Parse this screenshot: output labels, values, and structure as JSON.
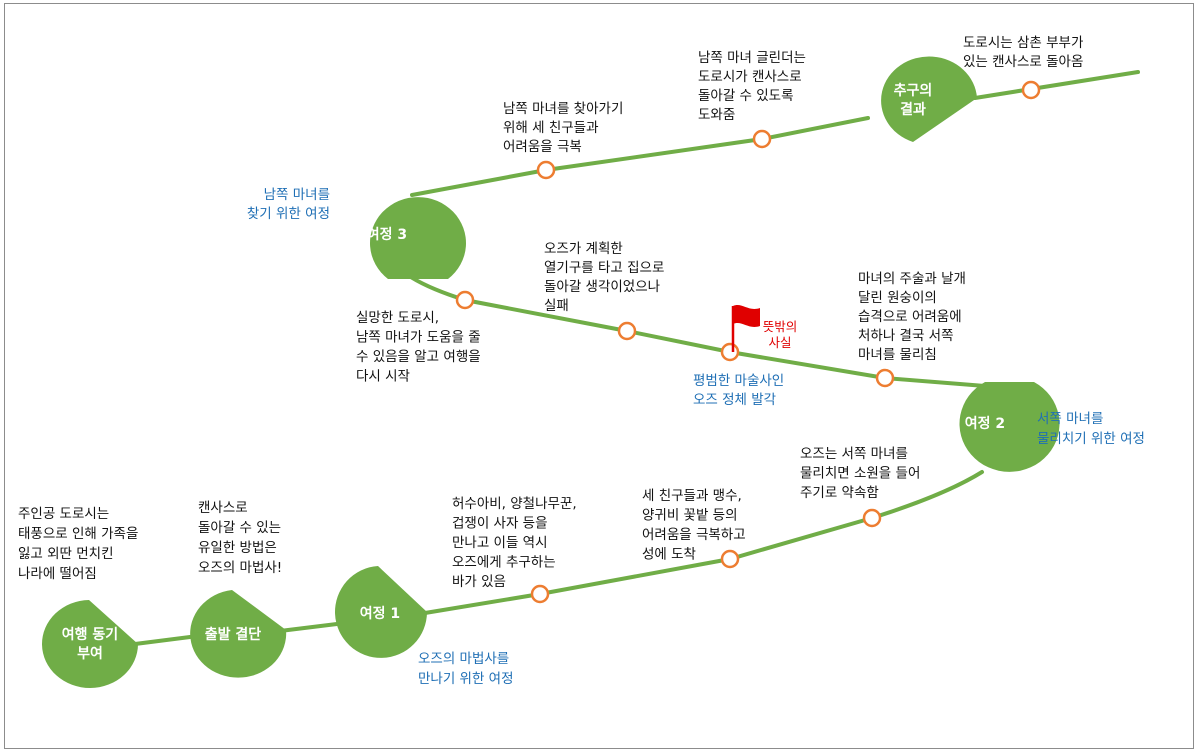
{
  "colors": {
    "path": "#70ad47",
    "node": "#70ad47",
    "marker": "#ed7d31",
    "journey_label": "#1f6fb5",
    "flag": "#e00000"
  },
  "nodes": {
    "motivation": "여행 동기|부여",
    "departure": "출발 결단",
    "journey1": "여정 1",
    "journey2": "여정 2",
    "journey3": "여정 3",
    "result": "추구의|결과"
  },
  "journey_labels": {
    "journey1": "오즈의 마법사를|만나기 위한 여정",
    "journey2": "서쪽 마녀를|물리치기 위한 여정",
    "journey3": "남쪽 마녀를|찾기 위한 여정",
    "discovery": "평범한 마술사인|오즈 정체 발각"
  },
  "annotations": {
    "motivation": "주인공 도로시는|태풍으로 인해 가족을|잃고 외딴 먼치킨|나라에 떨어짐",
    "departure": "캔사스로|돌아갈 수 있는|유일한 방법은|오즈의 마법사!",
    "j1_event": "허수아비, 양철나무꾼,|겁쟁이 사자 등을|만나고 이들 역시|오즈에게 추구하는|바가 있음",
    "j1_event2": "세 친구들과 맹수,|양귀비 꽃밭 등의|어려움을 극복하고|성에 도착",
    "j2_promise": "오즈는 서쪽 마녀를|물리치면 소원을 들어|주기로 약속함",
    "witch_defeat": "마녀의 주술과 날개|달린 원숭이의|습격으로 어려움에|처하나 결국 서쪽|마녀를 물리침",
    "balloon": "오즈가 계획한|열기구를 타고 집으로|돌아갈 생각이었으나|실패",
    "restart": "실망한 도로시,|남쪽 마녀가 도움을 줄|수 있음을 알고 여행을|다시 시작",
    "j3_event": "남쪽 마녀를 찾아가기|위해 세 친구들과|어려움을 극복",
    "glinda": "남쪽 마녀 글린더는|도로시가 캔사스로|돌아갈 수 있도록|도와줌",
    "ending": "도로시는 삼촌 부부가|있는 캔사스로 돌아옴"
  },
  "flag_label": "뜻밖의|사실"
}
